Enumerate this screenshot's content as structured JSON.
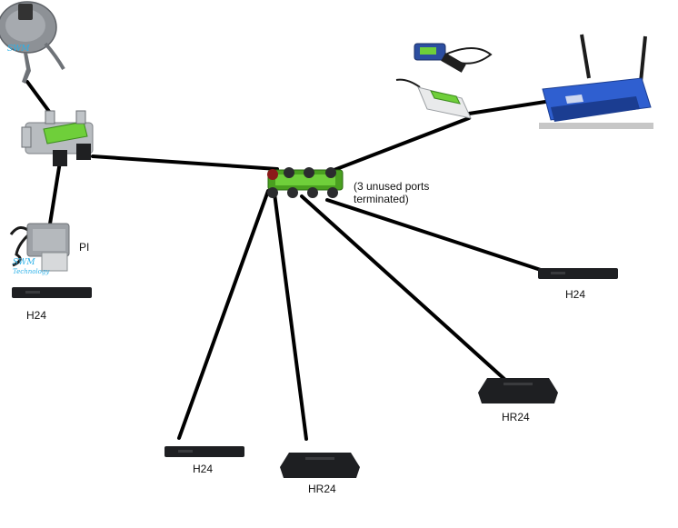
{
  "labels": {
    "dish_swm": "SWM",
    "pi_swm": "SWM",
    "pi_technology": "Technology",
    "pi": "PI",
    "multiswitch_note": "(3 unused ports terminated)",
    "receiver_left": "H24",
    "receiver_right": "H24",
    "receiver_bottom_left": "H24",
    "receiver_bottom_center": "HR24",
    "receiver_bottom_right": "HR24"
  },
  "icons": {
    "satellite_dish": "satellite-dish-icon",
    "splitter": "splitter-icon",
    "power_inserter": "power-inserter-icon",
    "multiswitch": "multiswitch-icon",
    "deca_adapter": "deca-adapter-icon",
    "ethernet_bridge": "ethernet-bridge-icon",
    "router": "router-icon",
    "receiver": "receiver-icon"
  },
  "colors": {
    "cable": "#000000",
    "splitter_label": "#6fcf3a",
    "router_blue": "#2f5fd0",
    "receiver_body": "#1e1f22",
    "swm_text": "#2ab0e8"
  }
}
